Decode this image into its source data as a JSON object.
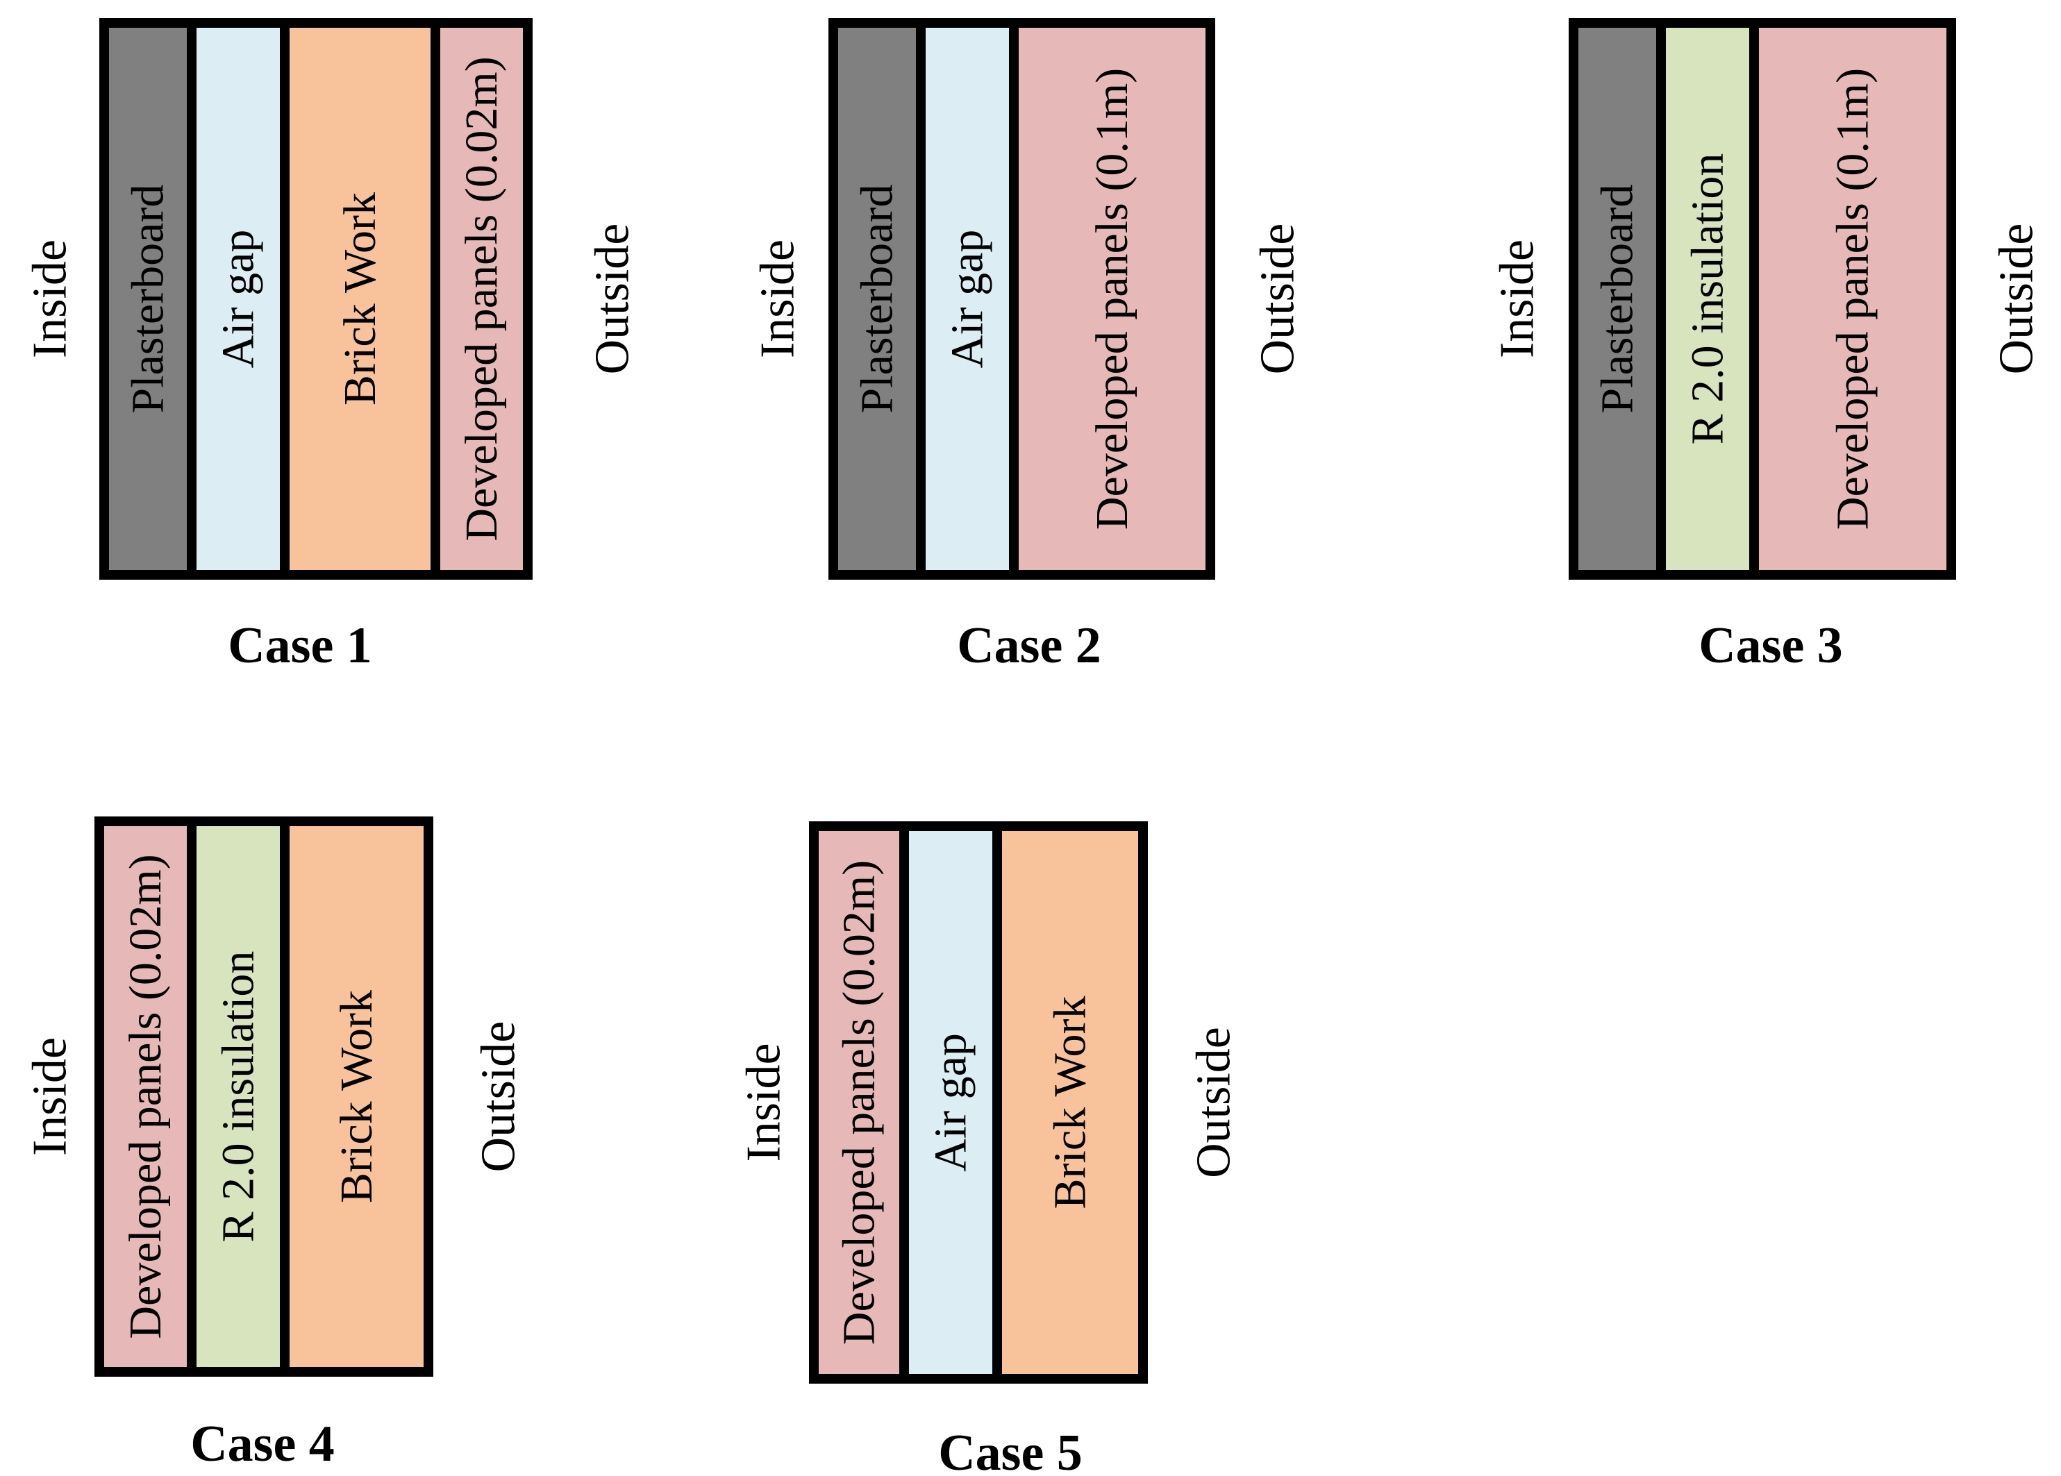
{
  "colors": {
    "plasterboard": "#808080",
    "air_gap": "#dcedf3",
    "brick_work": "#f8c39b",
    "developed_panels": "#e6b9b8",
    "insulation": "#d8e4bd",
    "border": "#000000"
  },
  "cases": [
    {
      "label": "Case 1",
      "inside": "Inside",
      "outside": "Outside",
      "layers": [
        {
          "material": "plasterboard",
          "label": "Plasterboard"
        },
        {
          "material": "air_gap",
          "label": "Air gap"
        },
        {
          "material": "brick_work",
          "label": "Brick Work"
        },
        {
          "material": "developed_panels",
          "label": "Developed panels (0.02m)"
        }
      ]
    },
    {
      "label": "Case 2",
      "inside": "Inside",
      "outside": "Outside",
      "layers": [
        {
          "material": "plasterboard",
          "label": "Plasterboard"
        },
        {
          "material": "air_gap",
          "label": "Air gap"
        },
        {
          "material": "developed_panels",
          "label": "Developed panels (0.1m)"
        }
      ]
    },
    {
      "label": "Case 3",
      "inside": "Inside",
      "outside": "Outside",
      "layers": [
        {
          "material": "plasterboard",
          "label": "Plasterboard"
        },
        {
          "material": "insulation",
          "label": "R 2.0 insulation"
        },
        {
          "material": "developed_panels",
          "label": "Developed panels (0.1m)"
        }
      ]
    },
    {
      "label": "Case 4",
      "inside": "Inside",
      "outside": "Outside",
      "layers": [
        {
          "material": "developed_panels",
          "label": "Developed panels (0.02m)"
        },
        {
          "material": "insulation",
          "label": "R 2.0 insulation"
        },
        {
          "material": "brick_work",
          "label": "Brick Work"
        }
      ]
    },
    {
      "label": "Case 5",
      "inside": "Inside",
      "outside": "Outside",
      "layers": [
        {
          "material": "developed_panels",
          "label": "Developed panels (0.02m)"
        },
        {
          "material": "air_gap",
          "label": "Air gap"
        },
        {
          "material": "brick_work",
          "label": "Brick Work"
        }
      ]
    }
  ]
}
